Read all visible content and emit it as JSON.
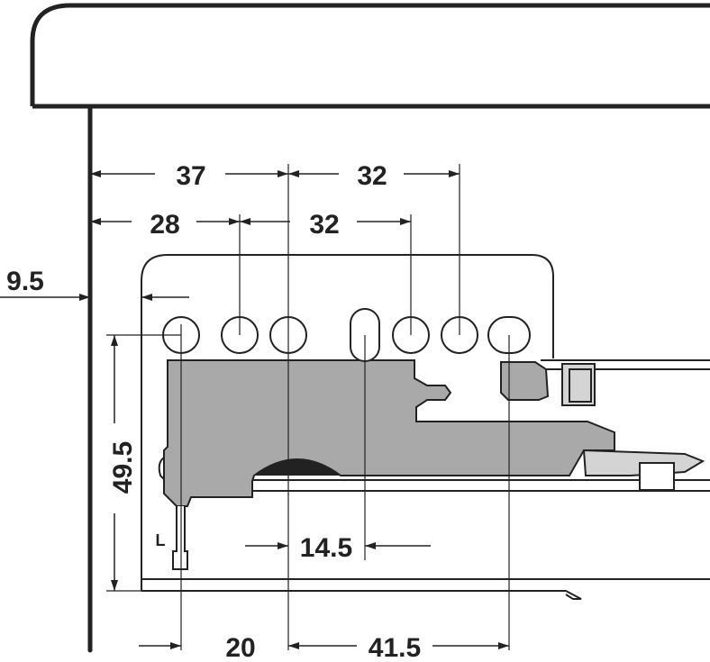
{
  "colors": {
    "line": "#222222",
    "fill_grey": "#a9a9a9",
    "fill_light": "#d4d4d4",
    "background": "#ffffff"
  },
  "dimensions": {
    "top_37": "37",
    "top_32": "32",
    "mid_28": "28",
    "mid_32": "32",
    "left_9_5": "9.5",
    "vert_49_5": "49.5",
    "slot_14_5": "14.5",
    "bottom_20": "20",
    "bottom_41_5": "41.5"
  },
  "labels": {
    "l_marker": "L"
  }
}
